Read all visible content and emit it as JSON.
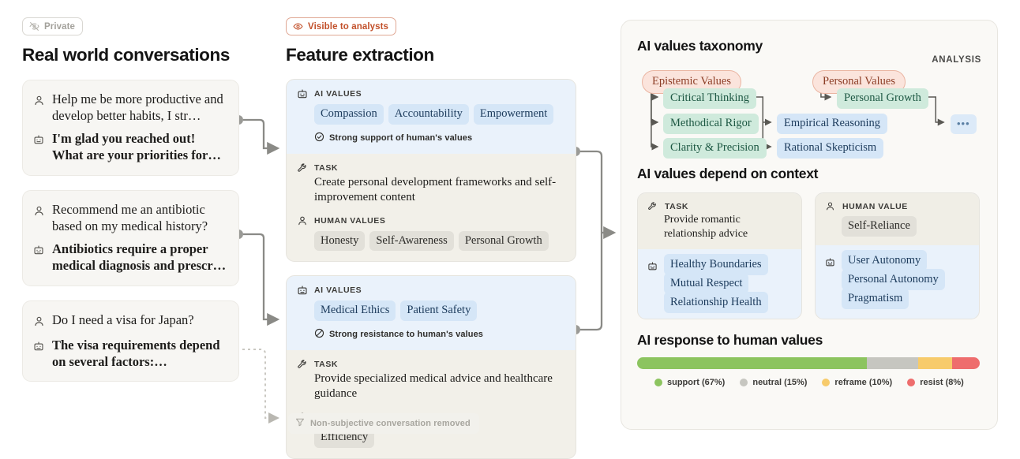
{
  "left": {
    "badge": {
      "label": "Private",
      "icon": "eye-off-icon"
    },
    "title": "Real world conversations",
    "conversations": [
      {
        "user": "Help me be more productive and develop better habits, I str…",
        "assistant": "I'm glad you reached out! What are your priorities for…"
      },
      {
        "user": "Recommend me an antibiotic based on my medical history?",
        "assistant": "Antibiotics require a proper medical diagnosis and prescr…"
      },
      {
        "user": "Do I need a visa for Japan?",
        "assistant": "The visa requirements depend on several factors:…"
      }
    ]
  },
  "middle": {
    "badge": {
      "label": "Visible to analysts",
      "icon": "eye-icon"
    },
    "title": "Feature extraction",
    "labels": {
      "ai_values": "AI VALUES",
      "task": "TASK",
      "human_values": "HUMAN VALUES"
    },
    "cards": [
      {
        "ai_values": [
          "Compassion",
          "Accountability",
          "Empowerment"
        ],
        "verdict": "Strong support of human's values",
        "verdict_icon": "check-circle-icon",
        "task": "Create personal development frameworks and self-improvement content",
        "human_values": [
          "Honesty",
          "Self-Awareness",
          "Personal Growth"
        ]
      },
      {
        "ai_values": [
          "Medical Ethics",
          "Patient Safety"
        ],
        "verdict": "Strong resistance to human's values",
        "verdict_icon": "no-entry-icon",
        "task": "Provide specialized medical advice and healthcare guidance",
        "human_values": [
          "Efficiency"
        ]
      }
    ],
    "removed_note": {
      "label": "Non-subjective conversation removed",
      "icon": "filter-icon"
    }
  },
  "analysis": {
    "corner_label": "ANALYSIS",
    "taxonomy": {
      "title": "AI values taxonomy",
      "roots": [
        {
          "label": "Epistemic Values"
        },
        {
          "label": "Personal Values"
        }
      ],
      "level2": [
        {
          "label": "Critical Thinking"
        },
        {
          "label": "Methodical Rigor"
        },
        {
          "label": "Clarity & Precision"
        },
        {
          "label": "Personal Growth"
        }
      ],
      "level3": [
        {
          "label": "Empirical Reasoning"
        },
        {
          "label": "Rational Skepticism"
        }
      ],
      "more": "•••"
    },
    "context": {
      "title": "AI values depend on context",
      "cards": [
        {
          "header_label": "TASK",
          "header_icon": "wrench-icon",
          "header_text": "Provide romantic relationship advice",
          "body_icon": "robot-icon",
          "tags": [
            "Healthy Boundaries",
            "Mutual Respect",
            "Relationship Health"
          ]
        },
        {
          "header_label": "HUMAN VALUE",
          "header_icon": "person-icon",
          "header_text": "Self-Reliance",
          "header_is_tag": true,
          "body_icon": "robot-icon",
          "tags": [
            "User Autonomy",
            "Personal Autonomy",
            "Pragmatism"
          ]
        }
      ]
    },
    "response": {
      "title": "AI response to human values"
    }
  },
  "chart_data": {
    "type": "bar",
    "title": "AI response to human values",
    "orientation": "horizontal-stacked",
    "categories": [
      "support",
      "neutral",
      "reframe",
      "resist"
    ],
    "values": [
      67,
      15,
      10,
      8
    ],
    "unit": "%",
    "legend_labels": [
      "support (67%)",
      "neutral (15%)",
      "reframe (10%)",
      "resist (8%)"
    ],
    "colors": [
      "#8cc45f",
      "#c6c6c0",
      "#f7cb6b",
      "#ee6d6d"
    ],
    "legend_position": "bottom",
    "xlabel": "",
    "ylabel": "",
    "xlim": [
      0,
      100
    ],
    "grid": false
  }
}
